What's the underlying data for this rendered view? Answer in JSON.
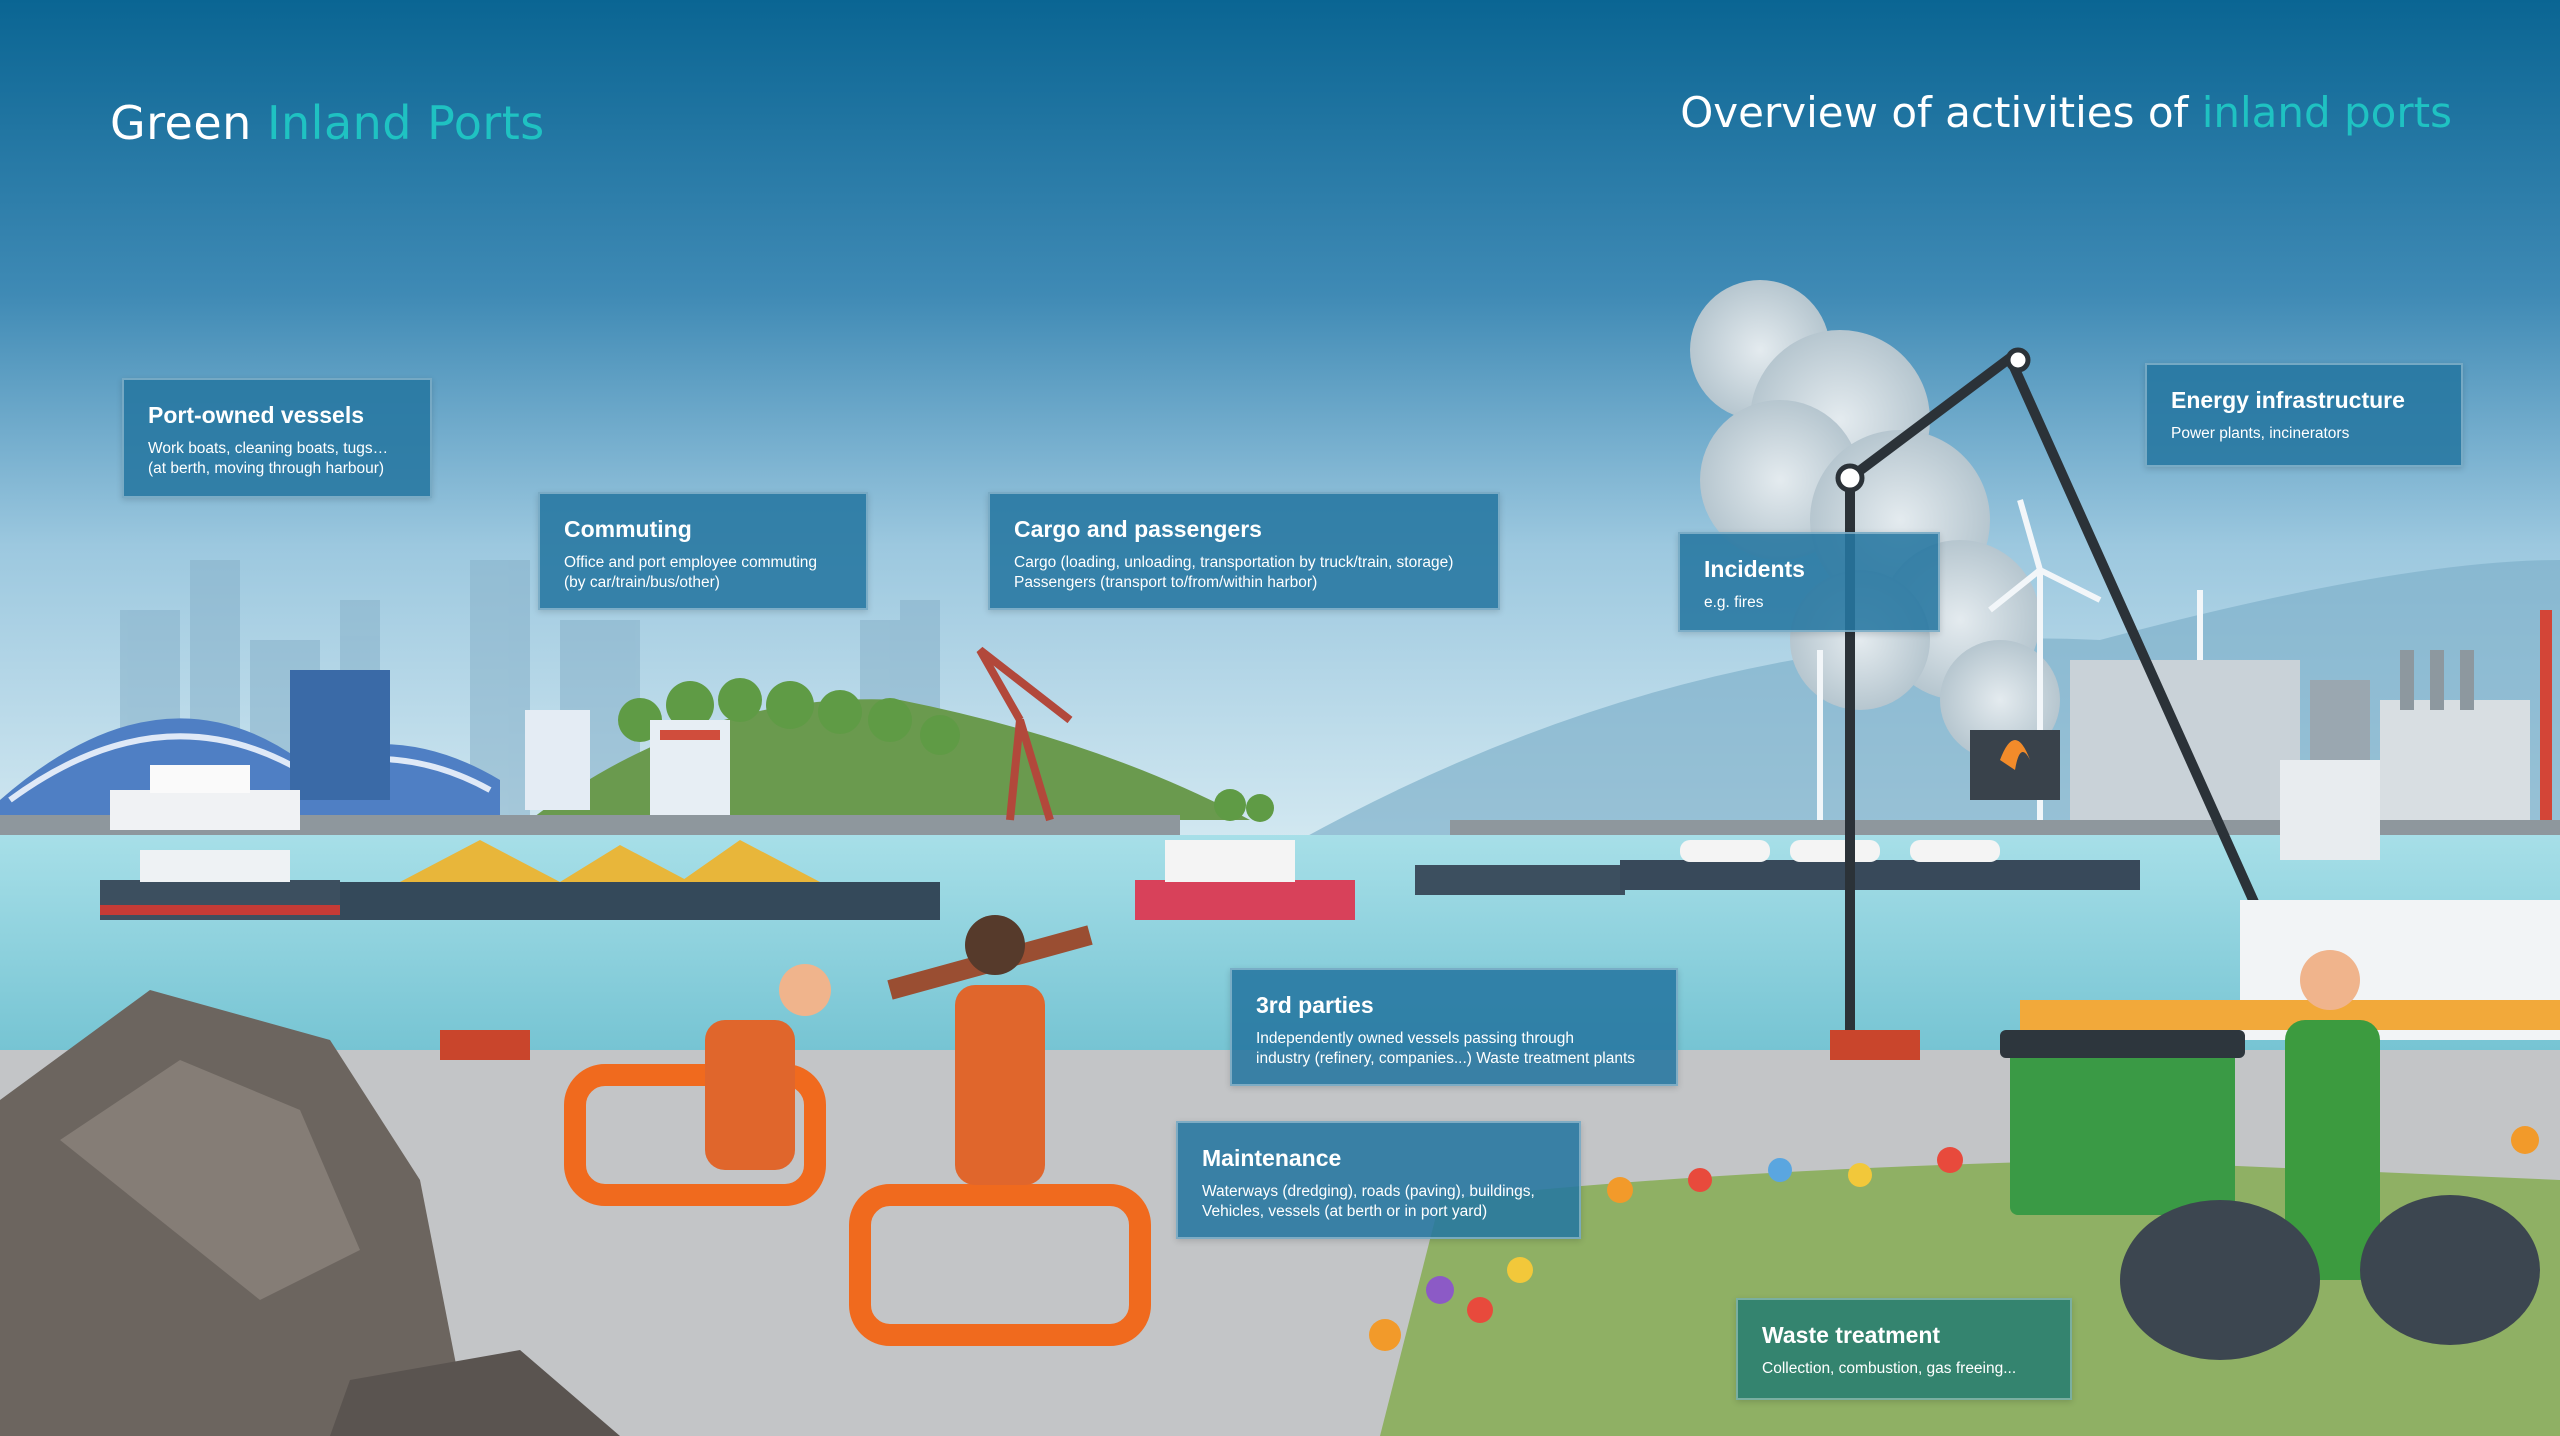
{
  "logo": {
    "word_main": "Green",
    "word_accent": "Inland Ports"
  },
  "heading": {
    "main": "Overview of activities of ",
    "accent": "inland ports"
  },
  "labels": {
    "port_owned": {
      "title": "Port-owned vessels",
      "desc": "Work boats, cleaning boats, tugs…\n(at berth, moving through harbour)"
    },
    "commuting": {
      "title": "Commuting",
      "desc": "Office and port employee commuting\n(by car/train/bus/other)"
    },
    "cargo": {
      "title": "Cargo and passengers",
      "desc": "Cargo (loading, unloading, transportation by truck/train, storage)\nPassengers (transport to/from/within harbor)"
    },
    "incidents": {
      "title": "Incidents",
      "desc": "e.g. fires"
    },
    "energy": {
      "title": "Energy infrastructure",
      "desc": "Power plants, incinerators"
    },
    "third_parties": {
      "title": "3rd parties",
      "desc": "Independently owned vessels passing through\nindustry (refinery, companies...) Waste treatment plants"
    },
    "maintenance": {
      "title": "Maintenance",
      "desc": "Waterways (dredging), roads (paving), buildings,\nVehicles, vessels (at berth or in port yard)"
    },
    "waste": {
      "title": "Waste treatment",
      "desc": "Collection, combustion, gas freeing..."
    }
  },
  "colors": {
    "sky_top": "#0d6a98",
    "sky_bottom": "#a9d1e4",
    "water": "#8fd3df",
    "quay": "#c4c6c8",
    "accent": "#1fc2c2",
    "label_blue": "#2676a0",
    "label_green": "#2c8070"
  }
}
